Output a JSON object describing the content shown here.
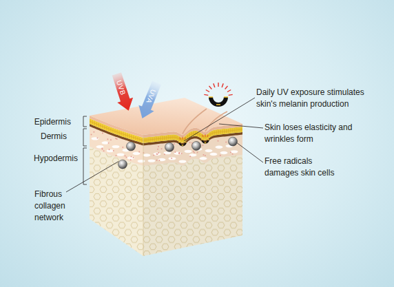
{
  "diagram": {
    "nodes": [
      {
        "text": [
          "UVB"
        ]
      },
      {
        "text": [
          "UVA"
        ]
      }
    ],
    "labels": [
      "Epidermis",
      "Dermis",
      "Hypodermis",
      "Fibrous collagen network",
      "Daily UV exposure stimulates skin's melanin production",
      "Skin loses elasticity and wrinkles form",
      "Free radicals damages skin cells"
    ]
  }
}
